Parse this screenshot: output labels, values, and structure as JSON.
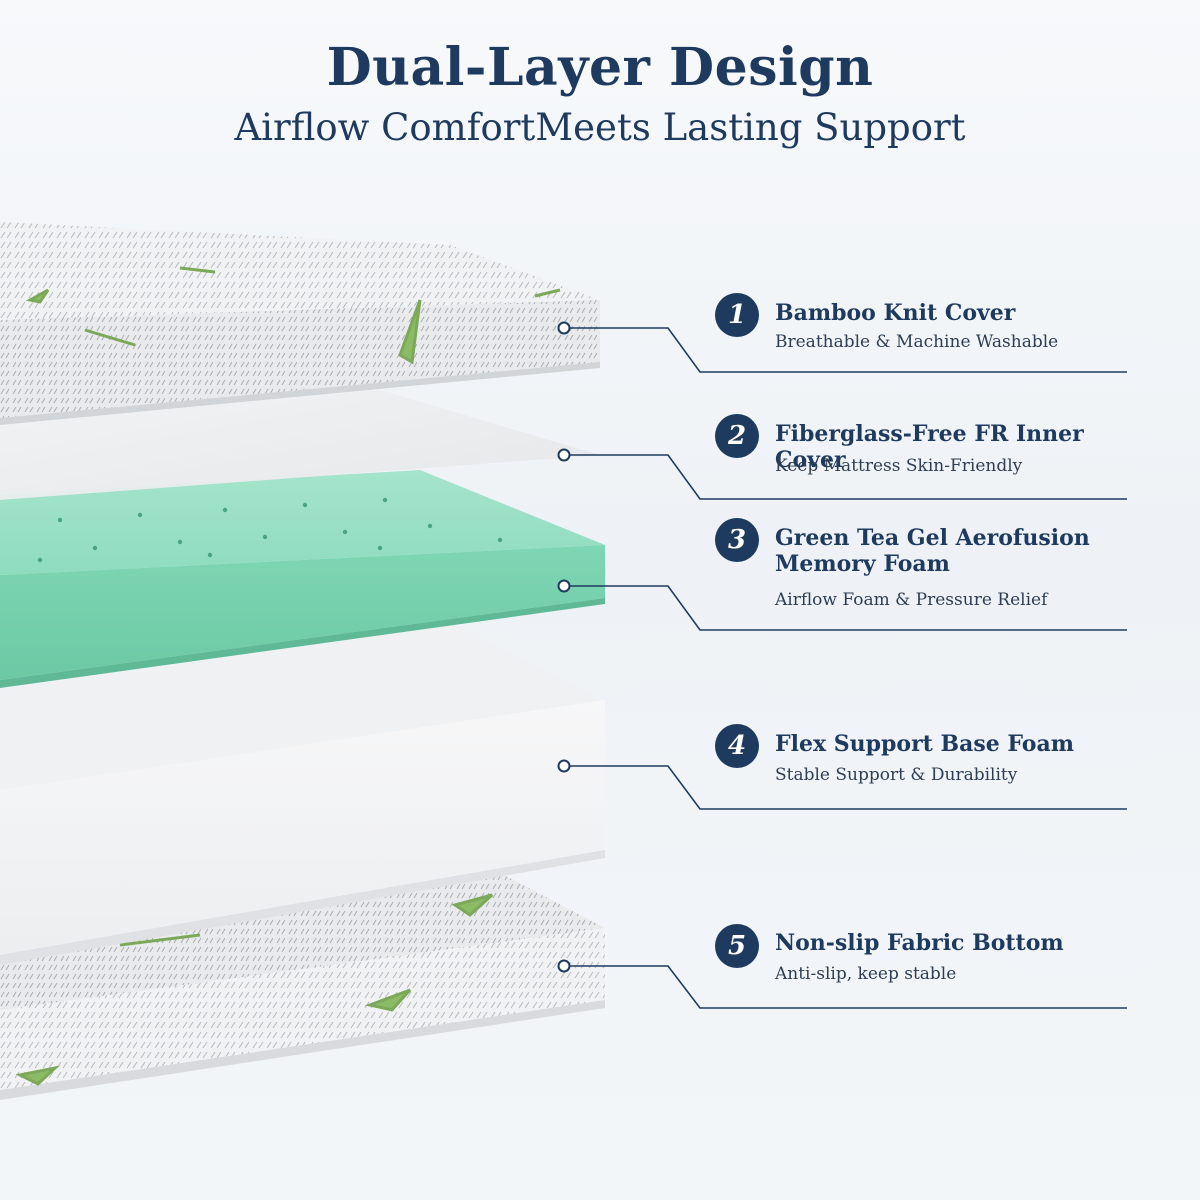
{
  "header": {
    "title": "Dual-Layer Design",
    "subtitle": "Airflow ComfortMeets Lasting Support"
  },
  "colors": {
    "navy": "#1f3a5f",
    "foam_green": "#7fd6b4",
    "bamboo_green": "#7ca85a",
    "white_foam": "#f4f5f6"
  },
  "layers": [
    {
      "number": "1",
      "title": "Bamboo Knit Cover",
      "desc": "Breathable & Machine Washable"
    },
    {
      "number": "2",
      "title": "Fiberglass-Free FR Inner Cover",
      "desc": "Keep Mattress Skin-Friendly"
    },
    {
      "number": "3",
      "title": "Green Tea Gel Aerofusion Memory Foam",
      "desc": "Airflow Foam & Pressure Relief"
    },
    {
      "number": "4",
      "title": "Flex Support Base Foam",
      "desc": "Stable Support & Durability"
    },
    {
      "number": "5",
      "title": "Non-slip Fabric Bottom",
      "desc": "Anti-slip, keep stable"
    }
  ]
}
